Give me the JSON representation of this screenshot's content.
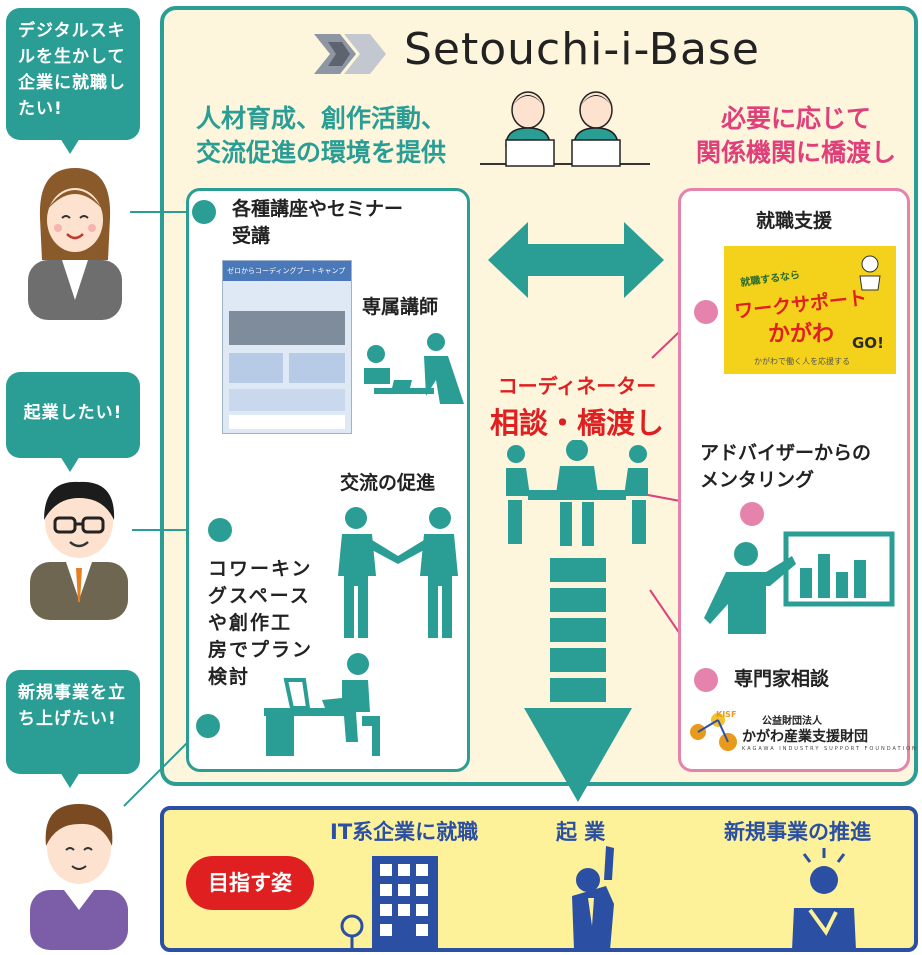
{
  "brand": {
    "name": "Setouchi-i-Base"
  },
  "personas": [
    {
      "bubble": "デジタルスキルを生かして企業に就職したい!"
    },
    {
      "bubble": "起業したい!"
    },
    {
      "bubble": "新規事業を立ち上げたい!"
    }
  ],
  "left_heading": [
    "人材育成、創作活動、",
    "交流促進の環境を提供"
  ],
  "right_heading": [
    "必要に応じて",
    "関係機関に橋渡し"
  ],
  "left_items": {
    "seminar": [
      "各種講座やセミナー",
      "受講"
    ],
    "instructor": "専属講師",
    "exchange": "交流の促進",
    "coworking": [
      "コワーキン",
      "グスペース",
      "や創作工",
      "房でプラン",
      "検討"
    ]
  },
  "flyer": {
    "title": "ゼロからコーディングブートキャンプ"
  },
  "center": {
    "coordinator": "コーディネーター",
    "consult": "相談・橋渡し"
  },
  "right_items": {
    "job_support": "就職支援",
    "job_banner": {
      "small": "就職するなら",
      "big1": "ワークサポート",
      "big2": "かがわ",
      "go": "GO!",
      "sub": "かがわで働く人を応援する"
    },
    "mentoring": [
      "アドバイザーからの",
      "メンタリング"
    ],
    "expert": "専門家相談",
    "kisf": {
      "mark": "KISF",
      "small": "公益財団法人",
      "name": "かがわ産業支援財団",
      "en": "KAGAWA INDUSTRY SUPPORT FOUNDATION"
    }
  },
  "goals": {
    "badge": "目指す姿",
    "items": [
      "IT系企業に就職",
      "起 業",
      "新規事業の推進"
    ]
  },
  "colors": {
    "teal": "#2a9d94",
    "pink": "#e0407a",
    "navy": "#2b4fa3",
    "red": "#e02020",
    "cream": "#fdf6dd",
    "yellow": "#fdf29a"
  }
}
